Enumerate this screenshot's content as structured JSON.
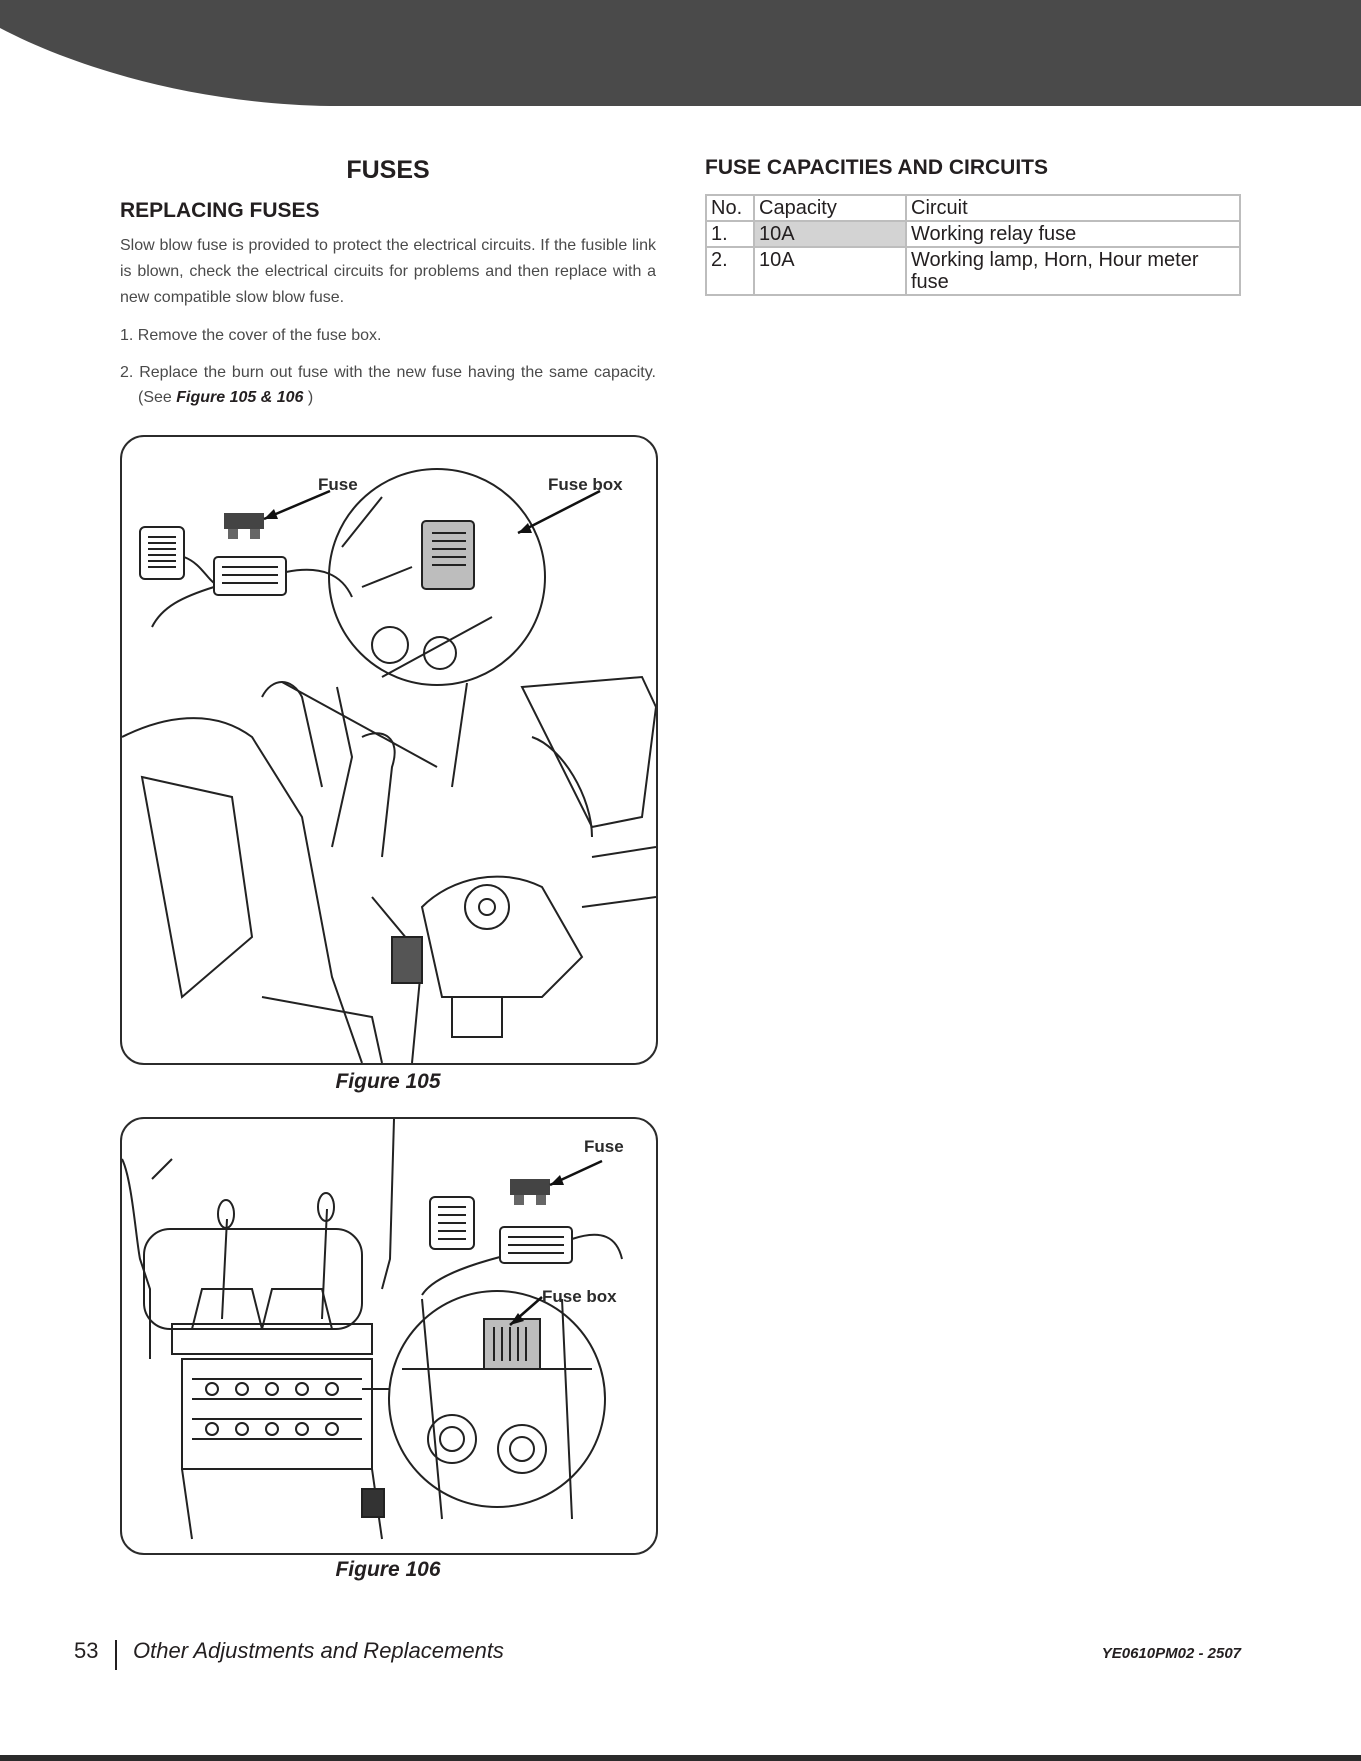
{
  "header": {
    "band_color": "#4a4a4a"
  },
  "left": {
    "section_title": "FUSES",
    "sub_title": "REPLACING FUSES",
    "intro": "Slow blow fuse is provided to protect the electrical circuits. If the fusible link is blown, check the electrical circuits for problems and then replace with a new compatible slow blow fuse.",
    "step1": "1. Remove the cover of the fuse box.",
    "step2_prefix": "2. Replace the burn out fuse with the new fuse having the same capacity. (See ",
    "step2_ref": "Figure 105 & 106",
    "step2_suffix": " )"
  },
  "figure105": {
    "callout_fuse": "Fuse",
    "callout_fusebox": "Fuse box",
    "caption": "Figure 105"
  },
  "figure106": {
    "callout_fuse": "Fuse",
    "callout_fusebox": "Fuse box",
    "caption": "Figure 106"
  },
  "right": {
    "table_title": "FUSE CAPACITIES AND CIRCUITS",
    "columns": [
      "No.",
      "Capacity",
      "Circuit"
    ],
    "rows": [
      {
        "no": "1.",
        "capacity": "10A",
        "circuit": "Working relay fuse"
      },
      {
        "no": "2.",
        "capacity": "10A",
        "circuit": "Working lamp, Horn, Hour meter fuse"
      }
    ],
    "highlight_color": "#d3d3d3"
  },
  "footer": {
    "page_number": "53",
    "section": "Other Adjustments and Replacements",
    "doc_code": "YE0610PM02 - 2507"
  }
}
